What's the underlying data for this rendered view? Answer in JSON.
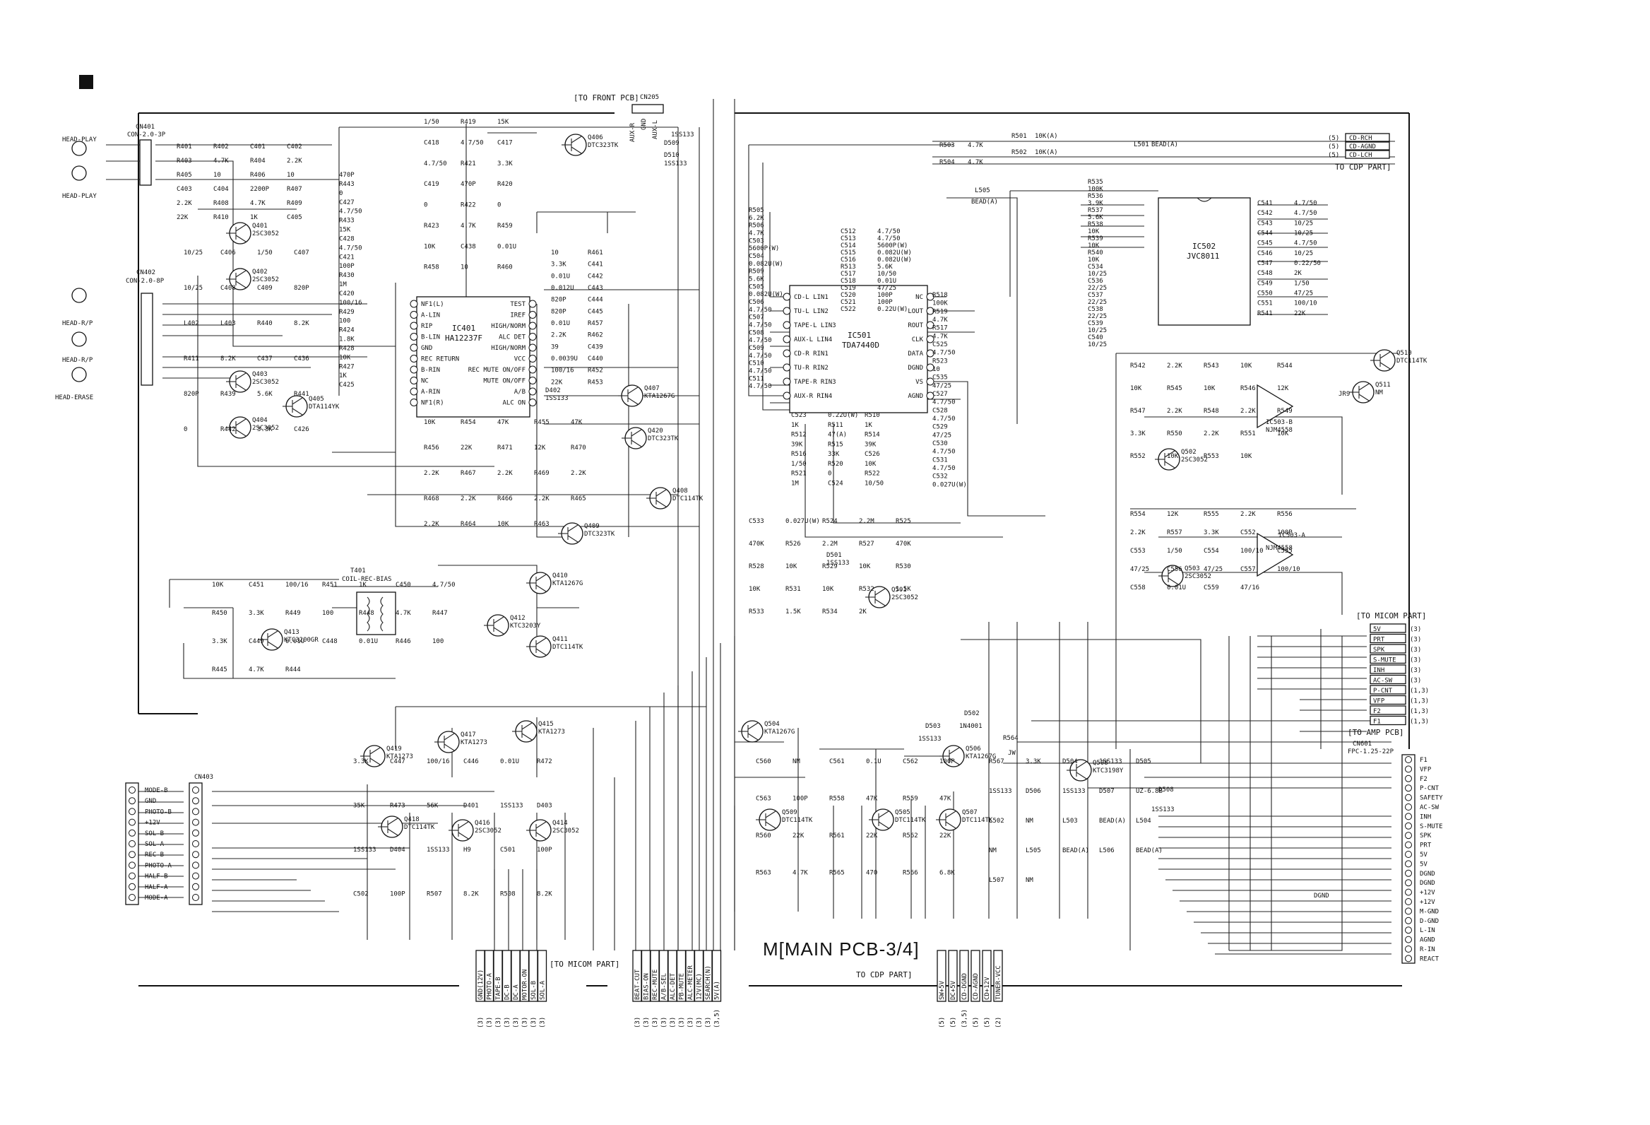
{
  "page": {
    "title": "M[MAIN PCB-3/4]",
    "markers": {
      "top_left_square": "■"
    }
  },
  "section_labels": {
    "to_front_pcb": "[TO FRONT PCB]",
    "to_cdp_part_top": "TO CDP PART]",
    "to_micom_part_right": "[TO MICOM PART]",
    "to_amp_pcb": "[TO AMP PCB]",
    "to_micom_part_bottom": "[TO MICOM PART]",
    "to_cdp_part_bottom": "TO CDP PART]",
    "dgnd": "DGND"
  },
  "connectors": {
    "cn401": {
      "ref": "CN401",
      "type": "CON-2.0-3P"
    },
    "cn402": {
      "ref": "CN402",
      "type": "CON-2.0-8P"
    },
    "cn205": {
      "ref": "CN205"
    },
    "cn403": {
      "ref": "CN403"
    },
    "cn601": {
      "ref": "CN601",
      "type": "FPC-1.25-22P"
    }
  },
  "heads": [
    "HEAD-PLAY",
    "HEAD-PLAY",
    "HEAD-R/P",
    "HEAD-R/P",
    "HEAD-ERASE"
  ],
  "ics": {
    "ic401": {
      "ref": "IC401",
      "part": "HA12237F",
      "pins_left": [
        "NF1(L)",
        "A-LIN",
        "RIP",
        "B-LIN",
        "GND",
        "REC RETURN",
        "B-RIN",
        "NC",
        "A-RIN",
        "NF1(R)"
      ],
      "pins_right": [
        "TEST",
        "IREF",
        "HIGH/NORM",
        "ALC DET",
        "HIGH/NORM",
        "VCC",
        "REC MUTE ON/OFF",
        "MUTE ON/OFF",
        "A/B",
        "ALC ON"
      ]
    },
    "ic501": {
      "ref": "IC501",
      "part": "TDA7440D",
      "pins_left": [
        "CD-L LIN1",
        "TU-L LIN2",
        "TAPE-L LIN3",
        "AUX-L LIN4",
        "CD-R RIN1",
        "TU-R RIN2",
        "TAPE-R RIN3",
        "AUX-R RIN4"
      ],
      "pins_right": [
        "NC",
        "LOUT",
        "ROUT",
        "CLK",
        "DATA",
        "DGND",
        "VS",
        "AGND"
      ]
    },
    "ic502": {
      "ref": "IC502",
      "part": "JVC8011"
    },
    "ic503a": {
      "ref": "IC503-A",
      "part": "NJM4558"
    },
    "ic503b": {
      "ref": "IC503-B",
      "part": "NJM4558"
    }
  },
  "transistors": [
    {
      "ref": "Q401",
      "part": "2SC3052"
    },
    {
      "ref": "Q402",
      "part": "2SC3052"
    },
    {
      "ref": "Q403",
      "part": "2SC3052"
    },
    {
      "ref": "Q404",
      "part": "2SC3052"
    },
    {
      "ref": "Q405",
      "part": "DTA114YK"
    },
    {
      "ref": "Q406",
      "part": "DTC323TK"
    },
    {
      "ref": "Q407",
      "part": "KTA1267G"
    },
    {
      "ref": "Q408",
      "part": "DTC114TK"
    },
    {
      "ref": "Q409",
      "part": "DTC323TK"
    },
    {
      "ref": "Q410",
      "part": "KTA1267G"
    },
    {
      "ref": "Q411",
      "part": "DTC114TK"
    },
    {
      "ref": "Q412",
      "part": "KTC3203Y"
    },
    {
      "ref": "Q413",
      "part": "KTC3200GR"
    },
    {
      "ref": "Q414",
      "part": "2SC3052"
    },
    {
      "ref": "Q415",
      "part": "KTA1273"
    },
    {
      "ref": "Q416",
      "part": "2SC3052"
    },
    {
      "ref": "Q417",
      "part": "KTA1273"
    },
    {
      "ref": "Q418",
      "part": "DTC114TK"
    },
    {
      "ref": "Q419",
      "part": "KTA1273"
    },
    {
      "ref": "Q420",
      "part": "DTC323TK"
    },
    {
      "ref": "Q501",
      "part": "2SC3052"
    },
    {
      "ref": "Q502",
      "part": "2SC3052"
    },
    {
      "ref": "Q503",
      "part": "2SC3052"
    },
    {
      "ref": "Q504",
      "part": "KTA1267G"
    },
    {
      "ref": "Q505",
      "part": "DTC114TK"
    },
    {
      "ref": "Q506",
      "part": "KTA1267G"
    },
    {
      "ref": "Q507",
      "part": "DTC114TK"
    },
    {
      "ref": "Q508",
      "part": "KTC3198Y"
    },
    {
      "ref": "Q509",
      "part": "DTC114TK"
    },
    {
      "ref": "Q510",
      "part": "DTC114TK"
    },
    {
      "ref": "Q511",
      "part": "NM"
    }
  ],
  "misc_parts": {
    "t401": {
      "ref": "T401",
      "part": "COIL-REC-BIAS"
    },
    "d402": {
      "ref": "D402",
      "part": "1SS133"
    },
    "d501": {
      "ref": "D501",
      "part": "1SS133"
    },
    "d502": {
      "ref": "D502",
      "part": "1N4001"
    },
    "d503": {
      "ref": "D503",
      "part": "1SS133"
    },
    "d508": {
      "ref": "D508",
      "part": "1SS133"
    },
    "d509": {
      "ref": "D509",
      "part": "1SS133"
    },
    "d510": {
      "ref": "D510",
      "part": "1SS133"
    },
    "l501": {
      "ref": "L501",
      "part": "BEAD(A)"
    },
    "l505": {
      "ref": "L505",
      "part": "BEAD(A)"
    },
    "r564": {
      "ref": "R564",
      "part": "JW"
    },
    "jr9": {
      "ref": "JR9"
    }
  },
  "cd_lines": {
    "r501": {
      "ref": "R501",
      "value": "10K(A)"
    },
    "r502": {
      "ref": "R502",
      "value": "10K(A)"
    },
    "r503": {
      "ref": "R503",
      "value": "4.7K"
    },
    "r504": {
      "ref": "R504",
      "value": "4.7K"
    },
    "outputs": [
      {
        "num": "(5)",
        "label": "CD-RCH"
      },
      {
        "num": "(5)",
        "label": "CD-AGND"
      },
      {
        "num": "(5)",
        "label": "CD-LCH"
      }
    ]
  },
  "micom_right": [
    {
      "label": "5V",
      "ref": "(3)"
    },
    {
      "label": "PRT",
      "ref": "(3)"
    },
    {
      "label": "SPK",
      "ref": "(3)"
    },
    {
      "label": "S-MUTE",
      "ref": "(3)"
    },
    {
      "label": "INH",
      "ref": "(3)"
    },
    {
      "label": "AC-SW",
      "ref": "(3)"
    },
    {
      "label": "P-CNT",
      "ref": "(1,3)"
    },
    {
      "label": "VFP",
      "ref": "(1,3)"
    },
    {
      "label": "F2",
      "ref": "(1,3)"
    },
    {
      "label": "F1",
      "ref": "(1,3)"
    }
  ],
  "cn601_pins": [
    "F1",
    "VFP",
    "F2",
    "P-CNT",
    "SAFETY",
    "AC-SW",
    "INH",
    "S-MUTE",
    "SPK",
    "PRT",
    "5V",
    "5V",
    "DGND",
    "DGND",
    "+12V",
    "+12V",
    "M-GND",
    "D-GND",
    "L-IN",
    "AGND",
    "R-IN",
    "REACT"
  ],
  "cn403_pins": [
    "MODE-B",
    "GND",
    "PHOTO-B",
    "+12V",
    "SOL-B",
    "SOL-A",
    "REC-B",
    "PHOTO-A",
    "HALF-B",
    "HALF-A",
    "MODE-A"
  ],
  "micom_bottom_left": [
    "GND(12V)",
    "PHOTO-A",
    "TAPE-B",
    "DC-B",
    "DC-A",
    "MOTOR-ON",
    "SOL-B",
    "SOL-A"
  ],
  "micom_bottom_mid": [
    "BEAT-CUT",
    "BIAS-ON",
    "REC-MUTE",
    "A/B-SEL",
    "ALC-DET",
    "PB-MUTE",
    "ALC-METER",
    "12V(MC)",
    "SEARCH(N)",
    "5V(A)"
  ],
  "cdp_bottom": [
    "SW+5V",
    "DC+5V",
    "CD-DGND",
    "CD-AGND",
    "CD+12V",
    "TUNER-VCC"
  ],
  "bottom_refs": {
    "left": [
      "(3)",
      "(3)",
      "(3)",
      "(3)",
      "(3)",
      "(3)",
      "(3)",
      "(3)"
    ],
    "mid": [
      "(3)",
      "(3)",
      "(3)",
      "(3)",
      "(3)",
      "(3)",
      "(3)",
      "(3)",
      "(3)",
      "(3,5)"
    ],
    "cdp": [
      "(5)",
      "(5)",
      "(3,5)",
      "(5)",
      "(5)",
      "(2)"
    ]
  },
  "front_pcb": [
    "AUX-R",
    "GND",
    "AUX-L"
  ],
  "parts_text": [
    "R401",
    "R402",
    "C401",
    "C402",
    "R403",
    "4.7K",
    "R404",
    "2.2K",
    "R405",
    "10",
    "R406",
    "10",
    "C403",
    "C404",
    "2200P",
    "R407",
    "2.2K",
    "R408",
    "4.7K",
    "R409",
    "22K",
    "R410",
    "1K",
    "C405",
    "10/25",
    "C406",
    "1/50",
    "C407",
    "10/25",
    "C408",
    "C409",
    "820P",
    "L402",
    "L403",
    "R440",
    "8.2K",
    "R411",
    "8.2K",
    "C437",
    "C436",
    "820P",
    "R439",
    "5.6K",
    "R441",
    "0",
    "R442",
    "3.3K",
    "C426",
    "470P",
    "R443",
    "0",
    "C427",
    "4.7/50",
    "R433",
    "15K",
    "C428",
    "4.7/50",
    "C421",
    "100P",
    "R430",
    "1M",
    "C420",
    "100/16",
    "R429",
    "100",
    "R424",
    "1.8K",
    "R428",
    "10K",
    "R427",
    "1K",
    "C425",
    "1/50",
    "R419",
    "15K",
    "C418",
    "4.7/50",
    "C417",
    "4.7/50",
    "R421",
    "3.3K",
    "C419",
    "470P",
    "R420",
    "0",
    "R422",
    "0",
    "R423",
    "4.7K",
    "R459",
    "10K",
    "C438",
    "0.01U",
    "R458",
    "10",
    "R460",
    "10",
    "R461",
    "3.3K",
    "C441",
    "0.01U",
    "C442",
    "0.012U",
    "C443",
    "820P",
    "C444",
    "820P",
    "C445",
    "0.01U",
    "R457",
    "2.2K",
    "R462",
    "39",
    "C439",
    "0.0039U",
    "C440",
    "100/16",
    "R452",
    "22K",
    "R453",
    "10K",
    "R454",
    "47K",
    "R455",
    "47K",
    "R456",
    "22K",
    "R471",
    "12K",
    "R470",
    "2.2K",
    "R467",
    "2.2K",
    "R469",
    "2.2K",
    "R468",
    "2.2K",
    "R466",
    "2.2K",
    "R465",
    "2.2K",
    "R464",
    "10K",
    "R463",
    "10K",
    "C451",
    "100/16",
    "R451",
    "1K",
    "C450",
    "4.7/50",
    "R450",
    "3.3K",
    "R449",
    "100",
    "R448",
    "4.7K",
    "R447",
    "3.3K",
    "C449",
    "0.01U",
    "C448",
    "0.01U",
    "R446",
    "100",
    "R445",
    "4.7K",
    "R444",
    "3.3K",
    "C447",
    "100/16",
    "C446",
    "0.01U",
    "R472",
    "35K",
    "R473",
    "56K",
    "D401",
    "1SS133",
    "D403",
    "1SS133",
    "D404",
    "1SS133",
    "H9",
    "C501",
    "100P",
    "C502",
    "100P",
    "R507",
    "8.2K",
    "R508",
    "8.2K",
    "R505",
    "6.2K",
    "R506",
    "4.7K",
    "C503",
    "5600P(W)",
    "C504",
    "0.082U(W)",
    "R509",
    "5.6K",
    "C505",
    "0.082U(W)",
    "C506",
    "4.7/50",
    "C507",
    "4.7/50",
    "C508",
    "4.7/50",
    "C509",
    "4.7/50",
    "C510",
    "4.7/50",
    "C511",
    "4.7/50",
    "C512",
    "4.7/50",
    "C513",
    "4.7/50",
    "C514",
    "5600P(W)",
    "C515",
    "0.082U(W)",
    "C516",
    "0.082U(W)",
    "R513",
    "5.6K",
    "C517",
    "10/50",
    "C518",
    "0.01U",
    "C519",
    "47/25",
    "C520",
    "100P",
    "C521",
    "100P",
    "C522",
    "0.22U(W)",
    "C523",
    "0.22U(W)",
    "R510",
    "1K",
    "R511",
    "1K",
    "R512",
    "47(A)",
    "R514",
    "39K",
    "R515",
    "39K",
    "R516",
    "33K",
    "C526",
    "1/50",
    "R520",
    "10K",
    "R521",
    "0",
    "R522",
    "1M",
    "C524",
    "10/50",
    "R518",
    "100K",
    "R519",
    "4.7K",
    "R517",
    "4.7K",
    "C525",
    "4.7/50",
    "R523",
    "10",
    "C535",
    "47/25",
    "C527",
    "4.7/50",
    "C528",
    "4.7/50",
    "C529",
    "47/25",
    "C530",
    "4.7/50",
    "C531",
    "4.7/50",
    "C532",
    "0.027U(W)",
    "C533",
    "0.027U(W)",
    "R524",
    "2.2M",
    "R525",
    "470K",
    "R526",
    "2.2M",
    "R527",
    "470K",
    "R528",
    "10K",
    "R529",
    "10K",
    "R530",
    "10K",
    "R531",
    "10K",
    "R532",
    "1.5K",
    "R533",
    "1.5K",
    "R534",
    "2K",
    "R535",
    "100K",
    "R536",
    "3.9K",
    "R537",
    "5.6K",
    "R538",
    "10K",
    "R539",
    "10K",
    "R540",
    "10K",
    "C534",
    "10/25",
    "C536",
    "22/25",
    "C537",
    "22/25",
    "C538",
    "22/25",
    "C539",
    "10/25",
    "C540",
    "10/25",
    "C541",
    "4.7/50",
    "C542",
    "4.7/50",
    "C543",
    "10/25",
    "C544",
    "10/25",
    "C545",
    "4.7/50",
    "C546",
    "10/25",
    "C547",
    "0.22/50",
    "C548",
    "2K",
    "C549",
    "1/50",
    "C550",
    "47/25",
    "C551",
    "100/10",
    "R541",
    "22K",
    "R542",
    "2.2K",
    "R543",
    "10K",
    "R544",
    "10K",
    "R545",
    "10K",
    "R546",
    "12K",
    "R547",
    "2.2K",
    "R548",
    "2.2K",
    "R549",
    "3.3K",
    "R550",
    "2.2K",
    "R551",
    "10K",
    "R552",
    "10K",
    "R553",
    "10K",
    "R554",
    "12K",
    "R555",
    "2.2K",
    "R556",
    "2.2K",
    "R557",
    "3.3K",
    "C552",
    "100P",
    "C553",
    "1/50",
    "C554",
    "100/10",
    "C555",
    "47/25",
    "C556",
    "47/25",
    "C557",
    "100/10",
    "C558",
    "0.01U",
    "C559",
    "47/16",
    "C560",
    "NM",
    "C561",
    "0.1U",
    "C562",
    "100P",
    "C563",
    "100P",
    "R558",
    "47K",
    "R559",
    "47K",
    "R560",
    "22K",
    "R561",
    "22K",
    "R562",
    "22K",
    "R563",
    "4.7K",
    "R565",
    "470",
    "R566",
    "6.8K",
    "R567",
    "3.3K",
    "D504",
    "1SS133",
    "D505",
    "1SS133",
    "D506",
    "1SS133",
    "D507",
    "UZ-6.8B",
    "L502",
    "NM",
    "L503",
    "BEAD(A)",
    "L504",
    "NM",
    "L505",
    "BEAD(A)",
    "L506",
    "BEAD(A)",
    "L507",
    "NM"
  ]
}
